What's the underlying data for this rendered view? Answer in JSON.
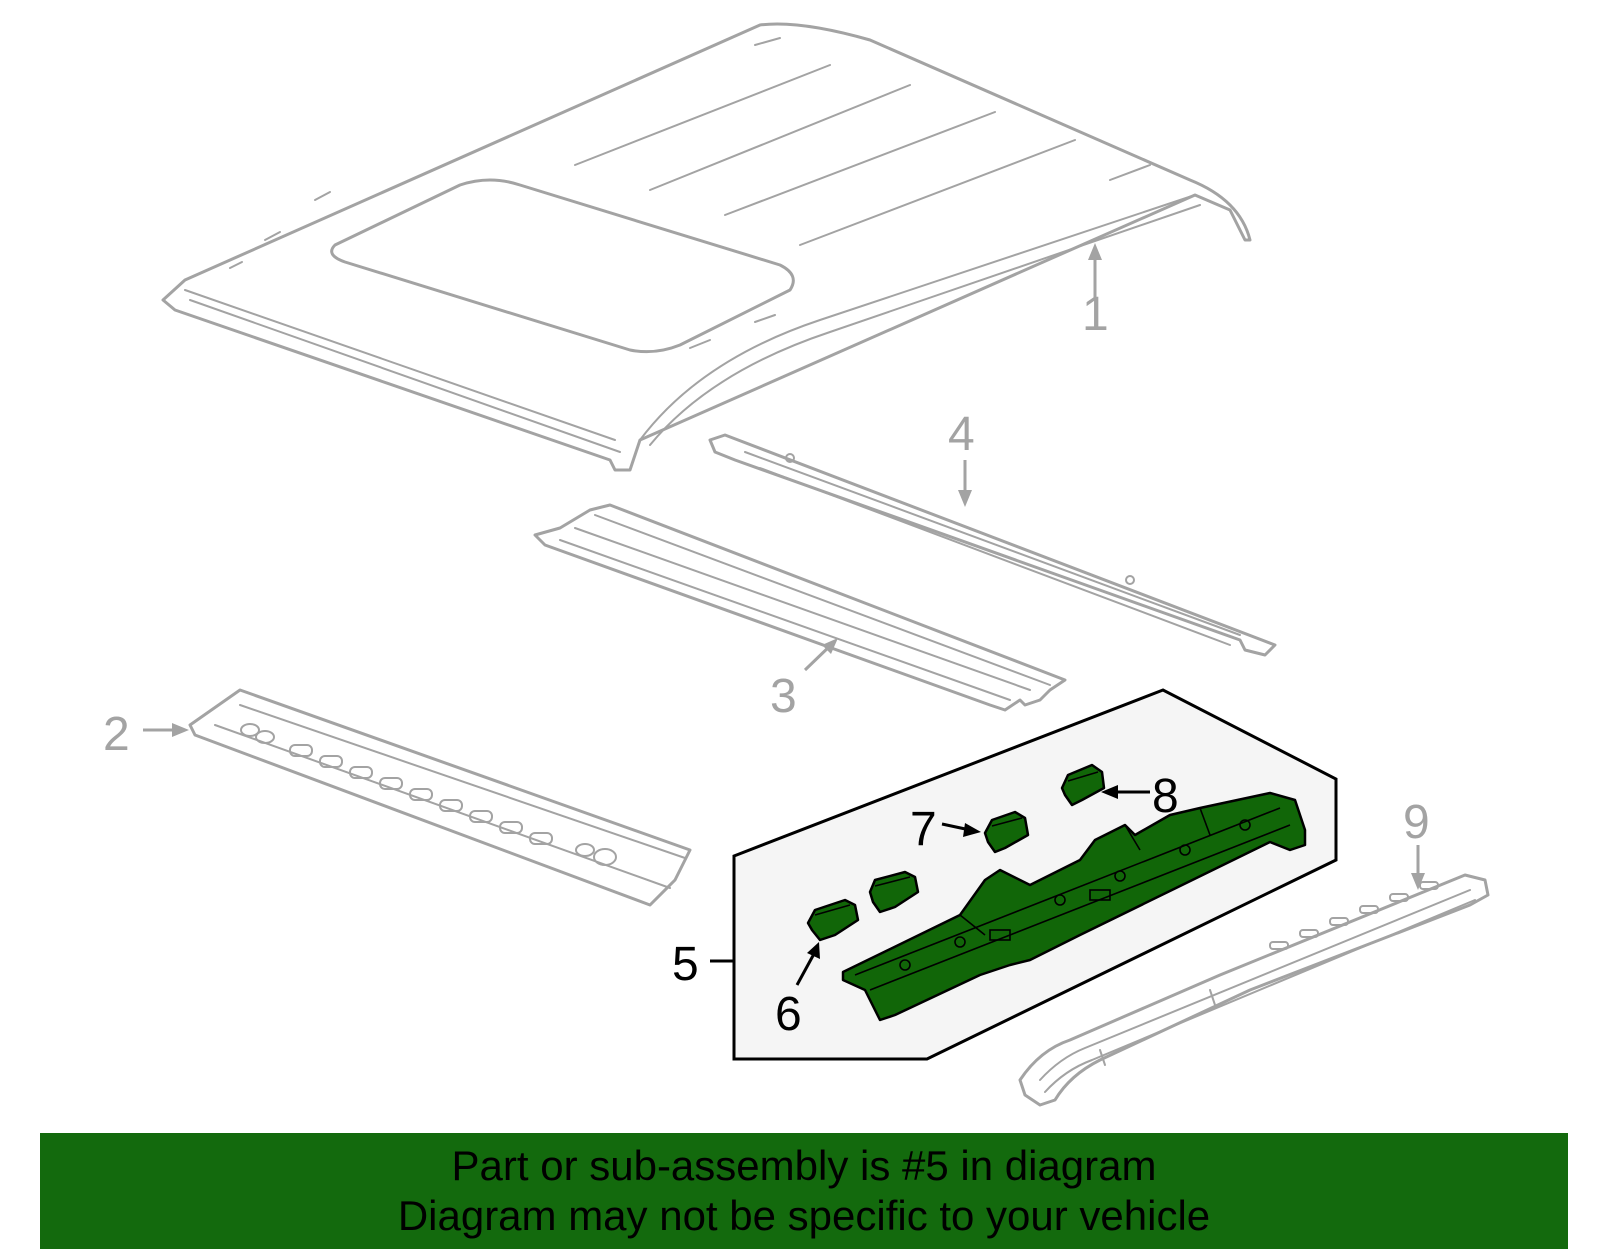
{
  "callouts": {
    "part1": "1",
    "part2": "2",
    "part3": "3",
    "part4": "4",
    "part5": "5",
    "part6": "6",
    "part7": "7",
    "part8": "8",
    "part9": "9"
  },
  "banner": {
    "line1": "Part or sub-assembly is #5 in diagram",
    "line2": "Diagram may not be specific to your vehicle"
  },
  "colors": {
    "highlight_part": "#116608",
    "banner_background": "#136a0d",
    "ghost_parts": "#a3a3a3",
    "callout_box": "#f5f5f5"
  }
}
